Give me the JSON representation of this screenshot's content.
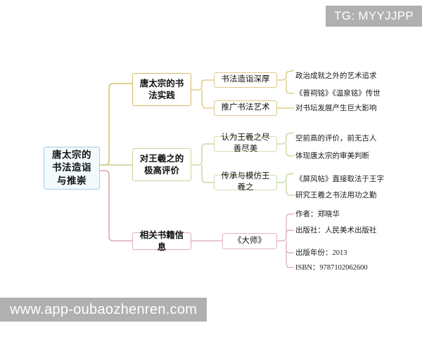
{
  "watermarks": {
    "top_right": "TG: MYYJJPP",
    "bottom_left": "www.app-oubaozhenren.com"
  },
  "mindmap": {
    "root": {
      "label": "唐太宗的书法造诣与推崇",
      "color": "#9ecfe0"
    },
    "branches": [
      {
        "label": "唐太宗的书法实践",
        "color": "#d5b765",
        "children": [
          {
            "label": "书法造诣深厚",
            "leaves": [
              "政治成就之外的艺术追求",
              "《晋祠铭》《温泉铭》传世"
            ]
          },
          {
            "label": "推广书法艺术",
            "leaves": [
              "对书坛发展产生巨大影响"
            ]
          }
        ]
      },
      {
        "label": "对王羲之的极高评价",
        "color": "#c3d79a",
        "children": [
          {
            "label": "认为王羲之尽善尽美",
            "leaves": [
              "空前高的评价，前无古人",
              "体现唐太宗的审美判断"
            ]
          },
          {
            "label": "传承与模仿王羲之",
            "leaves": [
              "《屏风帖》直接取法于王字",
              "研究王羲之书法用功之勤"
            ]
          }
        ]
      },
      {
        "label": "相关书籍信息",
        "color": "#ddaab4",
        "children": [
          {
            "label": "《大师》",
            "leaves": [
              "作者：郑晓华",
              "出版社：人民美术出版社",
              "出版年份：2013",
              "ISBN：9787102062600"
            ]
          }
        ]
      }
    ]
  }
}
